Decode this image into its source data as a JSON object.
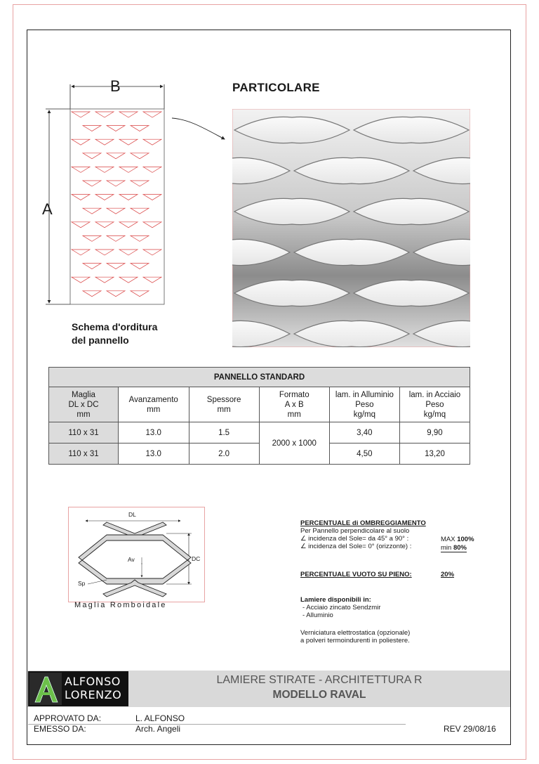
{
  "schema": {
    "label_b": "B",
    "label_a": "A",
    "caption_line1": "Schema d'orditura",
    "caption_line2": "del pannello"
  },
  "detail": {
    "title": "PARTICOLARE"
  },
  "table": {
    "title": "PANNELLO STANDARD",
    "headers": [
      [
        "Maglia",
        "DL x DC",
        "mm"
      ],
      [
        "Avanzamento",
        "mm"
      ],
      [
        "Spessore",
        "mm"
      ],
      [
        "Formato",
        "A x B",
        "mm"
      ],
      [
        "lam. in Alluminio",
        "Peso",
        "kg/mq"
      ],
      [
        "lam. in Acciaio",
        "Peso",
        "kg/mq"
      ]
    ],
    "rows": [
      {
        "maglia": "110 x 31",
        "avanzamento": "13.0",
        "spessore": "1.5",
        "alluminio": "3,40",
        "acciaio": "9,90"
      },
      {
        "maglia": "110 x 31",
        "avanzamento": "13.0",
        "spessore": "2.0",
        "alluminio": "4,50",
        "acciaio": "13,20"
      }
    ],
    "formato": "2000 x 1000"
  },
  "mesh": {
    "dl": "DL",
    "dc": "DC",
    "av": "Av",
    "sp": "Sp",
    "caption": "Maglia Romboidale"
  },
  "info": {
    "shade_title": "PERCENTUALE  di OMBREGGIAMENTO",
    "shade_line1": "Per Pannello perpendicolare al suolo",
    "shade_line2": "∠ incidenza del Sole= da 45° a 90°  :",
    "shade_line3": "∠ incidenza del Sole= 0°  (orizzonte) :",
    "max_label": "MAX",
    "max_value": "100%",
    "min_label": "min",
    "min_value": "80%",
    "void_title": "PERCENTUALE  VUOTO SU PIENO:",
    "void_value": "20%",
    "avail_title": "Lamiere disponibili in:",
    "avail_1": "- Acciaio zincato Sendzmir",
    "avail_2": "- Alluminio",
    "paint_1": "Verniciatura elettrostatica (opzionale)",
    "paint_2": "a polveri termoindurenti in poliestere."
  },
  "footer": {
    "logo_line1": "ALFONSO",
    "logo_line2": "LORENZO",
    "title": "LAMIERE STIRATE - ARCHITETTURA  R",
    "subtitle": "MODELLO RAVAL",
    "approved_label": "APPROVATO DA:",
    "approved_value": "L. ALFONSO",
    "issued_label": "EMESSO DA:",
    "issued_value": "Arch. Angeli",
    "revision": "REV 29/08/16"
  },
  "colors": {
    "frame": "#e8a3a3",
    "drawing": "#d94040",
    "table_gray": "#dcdcdc",
    "footer_bar": "#d9d9d9",
    "logo_green": "#6cc04a"
  }
}
